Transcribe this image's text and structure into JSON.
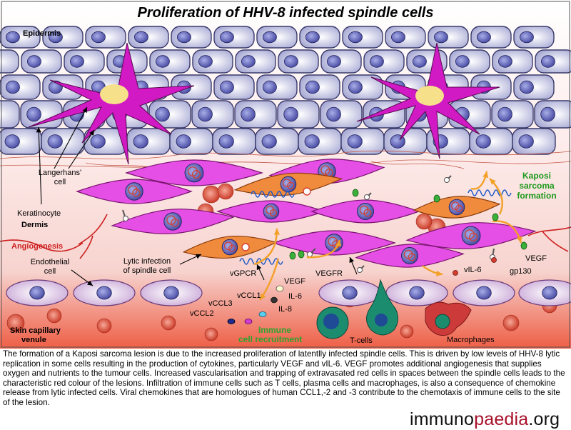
{
  "title": "Proliferation of HHV-8 infected spindle cells",
  "labels": {
    "epidermis": "Epidermis",
    "langerhans": "Langerhans'",
    "langerhans_cell": "cell",
    "keratinocyte": "Keratinocyte",
    "dermis": "Dermis",
    "angiogenesis": "Angiogenesis",
    "endothelial": "Endothelial",
    "endothelial_cell": "cell",
    "lytic_line1": "Lytic infection",
    "lytic_line2": "of spindle cell",
    "vgpcr": "vGPCR",
    "vccl1": "vCCL1",
    "vccl3": "vCCL3",
    "vccl2": "vCCL2",
    "vegf_mid": "VEGF",
    "il6": "IL-6",
    "il8": "IL-8",
    "vegfr": "VEGFR",
    "immune_line1": "Immune",
    "immune_line2": "cell recruitment",
    "tcells": "T-cells",
    "macrophages": "Macrophages",
    "ks_line1": "Kaposi",
    "ks_line2": "sarcoma",
    "ks_line3": "formation",
    "vegf_right": "VEGF",
    "vil6": "vIL-6",
    "gp130": "gp130",
    "skin_line1": "Skin capillary",
    "skin_line2": "venule"
  },
  "caption": "The formation of a Kaposi sarcoma lesion is due to the increased proliferation of latentlly infected spindle cells. This is driven by low levels of HHV-8 lytic replication in some cells resulting in the production of cytokines, particularly VEGF and vIL-6. VEGF promotes additional angiogenesis that supplies oxygen and nutrients to the tumour cells. Increased vascularisation and trapping of extravasated red cells in spaces between the spindle cells leads to the characteristic red colour of the lesions. Infiltration of immune cells such as T cells, plasma cells and macrophages, is also a consequence of chemokine release from lytic infected cells. Viral chemokines that are homologues of human CCL1,-2 and -3 contribute to the chemotaxis of immune cells to the site of the lesion.",
  "logo": {
    "part1": "immuno",
    "part2": "paedia",
    "part3": ".org"
  },
  "colors": {
    "spindle": "#e64fe6",
    "lytic_spindle": "#f08b3e",
    "keratinocyte": "#a7a9d4",
    "langerhans": "#d119c4",
    "red_cell": "#d43e2e",
    "angiogenesis": "#cc1e1e",
    "kaposi_text": "#1e9a1e",
    "immune_text": "#2ea32e",
    "tcell": "#1c8c6e",
    "macrophage": "#cc3a3a"
  }
}
